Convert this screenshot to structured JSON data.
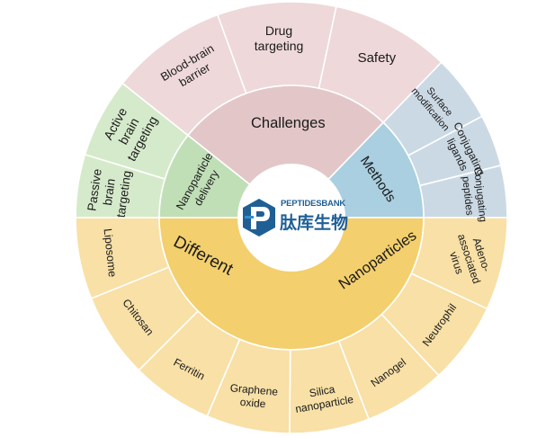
{
  "center": {
    "brand_en": "PEPTIDESBANK",
    "brand_cn": "肽库生物",
    "logo_colors": [
      "#1f5f95",
      "#2c8fd0"
    ]
  },
  "inner_ring": [
    {
      "key": "challenges",
      "lines": [
        "Challenges"
      ],
      "color": "#e3c7c8"
    },
    {
      "key": "methods",
      "lines": [
        "Methods"
      ],
      "color": "#a9cfe0"
    },
    {
      "key": "different-nanoparticles",
      "lines": [
        "Different",
        "Nanoparticles"
      ],
      "color": "#f3cf6d"
    },
    {
      "key": "nanoparticle-delivery",
      "lines": [
        "Nanoparticle",
        "delivery"
      ],
      "color": "#c1dfb7"
    }
  ],
  "outer_ring": [
    {
      "key": "blood-brain-barrier",
      "lines": [
        "Blood-brain",
        "barrier"
      ],
      "color": "#eed8d9"
    },
    {
      "key": "drug-targeting",
      "lines": [
        "Drug",
        "targeting"
      ],
      "color": "#eed8d9"
    },
    {
      "key": "safety",
      "lines": [
        "Safety"
      ],
      "color": "#eed8d9"
    },
    {
      "key": "surface-modification",
      "lines": [
        "Surface",
        "modification"
      ],
      "color": "#cbd9e4"
    },
    {
      "key": "conjugating-ligands",
      "lines": [
        "Conjugating",
        "ligands"
      ],
      "color": "#cbd9e4"
    },
    {
      "key": "conjugating-peptides",
      "lines": [
        "Conjugating",
        "peptides"
      ],
      "color": "#cbd9e4"
    },
    {
      "key": "adeno-associated-virus",
      "lines": [
        "Adeno-",
        "associated",
        "virus"
      ],
      "color": "#f8e0a6"
    },
    {
      "key": "neutrophil",
      "lines": [
        "Neutrophil"
      ],
      "color": "#f8e0a6"
    },
    {
      "key": "nanogel",
      "lines": [
        "Nanogel"
      ],
      "color": "#f8e0a6"
    },
    {
      "key": "silica-nanoparticle",
      "lines": [
        "Silica",
        "nanoparticle"
      ],
      "color": "#f8e0a6"
    },
    {
      "key": "graphene-oxide",
      "lines": [
        "Graphene",
        "oxide"
      ],
      "color": "#f8e0a6"
    },
    {
      "key": "ferritin",
      "lines": [
        "Ferritin"
      ],
      "color": "#f8e0a6"
    },
    {
      "key": "chitosan",
      "lines": [
        "Chitosan"
      ],
      "color": "#f8e0a6"
    },
    {
      "key": "liposome",
      "lines": [
        "Liposome"
      ],
      "color": "#f8e0a6"
    },
    {
      "key": "passive-brain-targeting",
      "lines": [
        "Passive",
        "brain",
        "targeting"
      ],
      "color": "#d5eacb"
    },
    {
      "key": "active-brain-targeting",
      "lines": [
        "Active",
        "brain",
        "targeting"
      ],
      "color": "#d5eacb"
    }
  ]
}
